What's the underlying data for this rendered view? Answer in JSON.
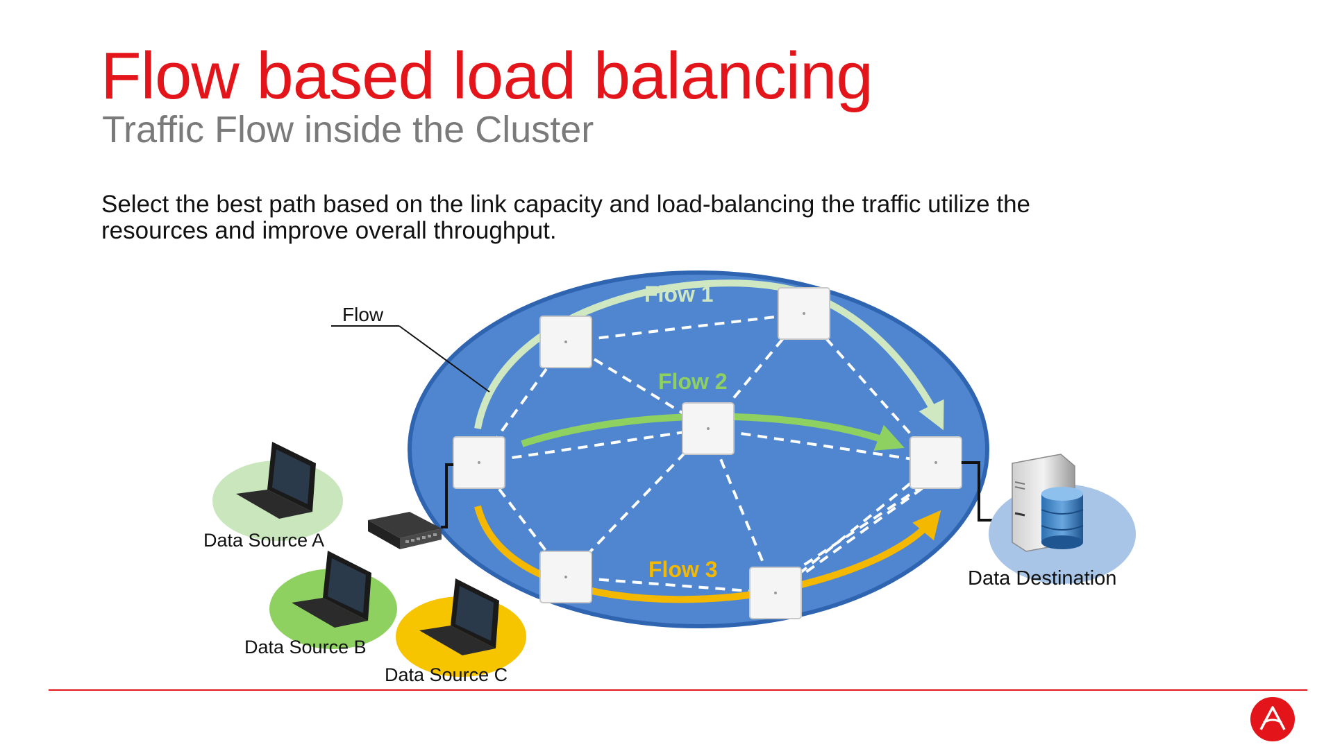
{
  "slide": {
    "title": "Flow based load balancing",
    "subtitle": "Traffic Flow inside the Cluster",
    "body": "Select the best path based on the link capacity and load-balancing the traffic utilize the resources and improve overall throughput."
  },
  "diagram": {
    "flow_callout": "Flow",
    "flows": [
      {
        "label": "Flow 1",
        "color": "#cfe8c2"
      },
      {
        "label": "Flow 2",
        "color": "#8fd160"
      },
      {
        "label": "Flow 3",
        "color": "#f5b800"
      }
    ],
    "sources": [
      {
        "label": "Data Source A",
        "color": "#c9e6bc"
      },
      {
        "label": "Data Source B",
        "color": "#8fd160"
      },
      {
        "label": "Data Source C",
        "color": "#f7c400"
      }
    ],
    "destination": {
      "label": "Data Destination",
      "color": "#a8c4e6"
    },
    "cluster_color": "#4f86cf",
    "cluster_outline": "#2e64b0"
  },
  "colors": {
    "accent": "#e3151a",
    "subtitle": "#7a7a7a"
  },
  "icons": {
    "logo": "a-logo-icon",
    "laptop": "laptop-icon",
    "switch": "network-switch-icon",
    "server": "server-database-icon",
    "node": "access-point-icon"
  }
}
